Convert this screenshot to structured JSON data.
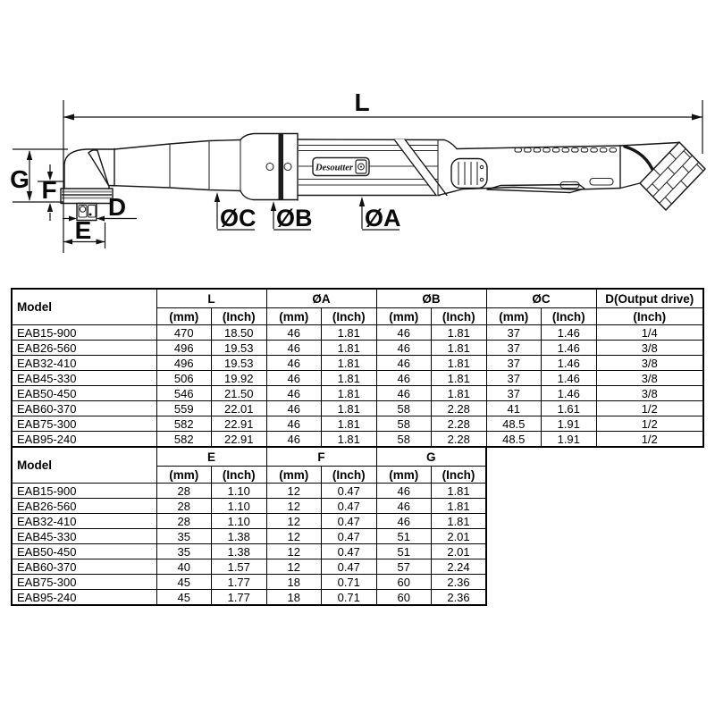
{
  "diagram": {
    "badge": "Desoutter",
    "dims": {
      "l": "L",
      "g": "G",
      "f": "F",
      "e": "E",
      "d": "D",
      "a": "ØA",
      "b": "ØB",
      "c": "ØC"
    }
  },
  "tables": [
    {
      "model_header": "Model",
      "groups": [
        {
          "label": "L",
          "subs": [
            "(mm)",
            "(Inch)"
          ]
        },
        {
          "label": "ØA",
          "subs": [
            "(mm)",
            "(Inch)"
          ]
        },
        {
          "label": "ØB",
          "subs": [
            "(mm)",
            "(Inch)"
          ]
        },
        {
          "label": "ØC",
          "subs": [
            "(mm)",
            "(Inch)"
          ]
        },
        {
          "label": "D(Output drive)",
          "subs": [
            "(Inch)"
          ]
        }
      ],
      "rows": [
        {
          "model": "EAB15-900",
          "values": [
            "470",
            "18.50",
            "46",
            "1.81",
            "46",
            "1.81",
            "37",
            "1.46",
            "1/4"
          ]
        },
        {
          "model": "EAB26-560",
          "values": [
            "496",
            "19.53",
            "46",
            "1.81",
            "46",
            "1.81",
            "37",
            "1.46",
            "3/8"
          ]
        },
        {
          "model": "EAB32-410",
          "values": [
            "496",
            "19.53",
            "46",
            "1.81",
            "46",
            "1.81",
            "37",
            "1.46",
            "3/8"
          ]
        },
        {
          "model": "EAB45-330",
          "values": [
            "506",
            "19.92",
            "46",
            "1.81",
            "46",
            "1.81",
            "37",
            "1.46",
            "3/8"
          ]
        },
        {
          "model": "EAB50-450",
          "values": [
            "546",
            "21.50",
            "46",
            "1.81",
            "46",
            "1.81",
            "37",
            "1.46",
            "3/8"
          ]
        },
        {
          "model": "EAB60-370",
          "values": [
            "559",
            "22.01",
            "46",
            "1.81",
            "58",
            "2.28",
            "41",
            "1.61",
            "1/2"
          ]
        },
        {
          "model": "EAB75-300",
          "values": [
            "582",
            "22.91",
            "46",
            "1.81",
            "58",
            "2.28",
            "48.5",
            "1.91",
            "1/2"
          ]
        },
        {
          "model": "EAB95-240",
          "values": [
            "582",
            "22.91",
            "46",
            "1.81",
            "58",
            "2.28",
            "48.5",
            "1.91",
            "1/2"
          ]
        }
      ]
    },
    {
      "model_header": "Model",
      "groups": [
        {
          "label": "E",
          "subs": [
            "(mm)",
            "(Inch)"
          ]
        },
        {
          "label": "F",
          "subs": [
            "(mm)",
            "(Inch)"
          ]
        },
        {
          "label": "G",
          "subs": [
            "(mm)",
            "(Inch)"
          ]
        }
      ],
      "rows": [
        {
          "model": "EAB15-900",
          "values": [
            "28",
            "1.10",
            "12",
            "0.47",
            "46",
            "1.81"
          ]
        },
        {
          "model": "EAB26-560",
          "values": [
            "28",
            "1.10",
            "12",
            "0.47",
            "46",
            "1.81"
          ]
        },
        {
          "model": "EAB32-410",
          "values": [
            "28",
            "1.10",
            "12",
            "0.47",
            "46",
            "1.81"
          ]
        },
        {
          "model": "EAB45-330",
          "values": [
            "35",
            "1.38",
            "12",
            "0.47",
            "51",
            "2.01"
          ]
        },
        {
          "model": "EAB50-450",
          "values": [
            "35",
            "1.38",
            "12",
            "0.47",
            "51",
            "2.01"
          ]
        },
        {
          "model": "EAB60-370",
          "values": [
            "40",
            "1.57",
            "12",
            "0.47",
            "57",
            "2.24"
          ]
        },
        {
          "model": "EAB75-300",
          "values": [
            "45",
            "1.77",
            "18",
            "0.71",
            "60",
            "2.36"
          ]
        },
        {
          "model": "EAB95-240",
          "values": [
            "45",
            "1.77",
            "18",
            "0.71",
            "60",
            "2.36"
          ]
        }
      ]
    }
  ]
}
